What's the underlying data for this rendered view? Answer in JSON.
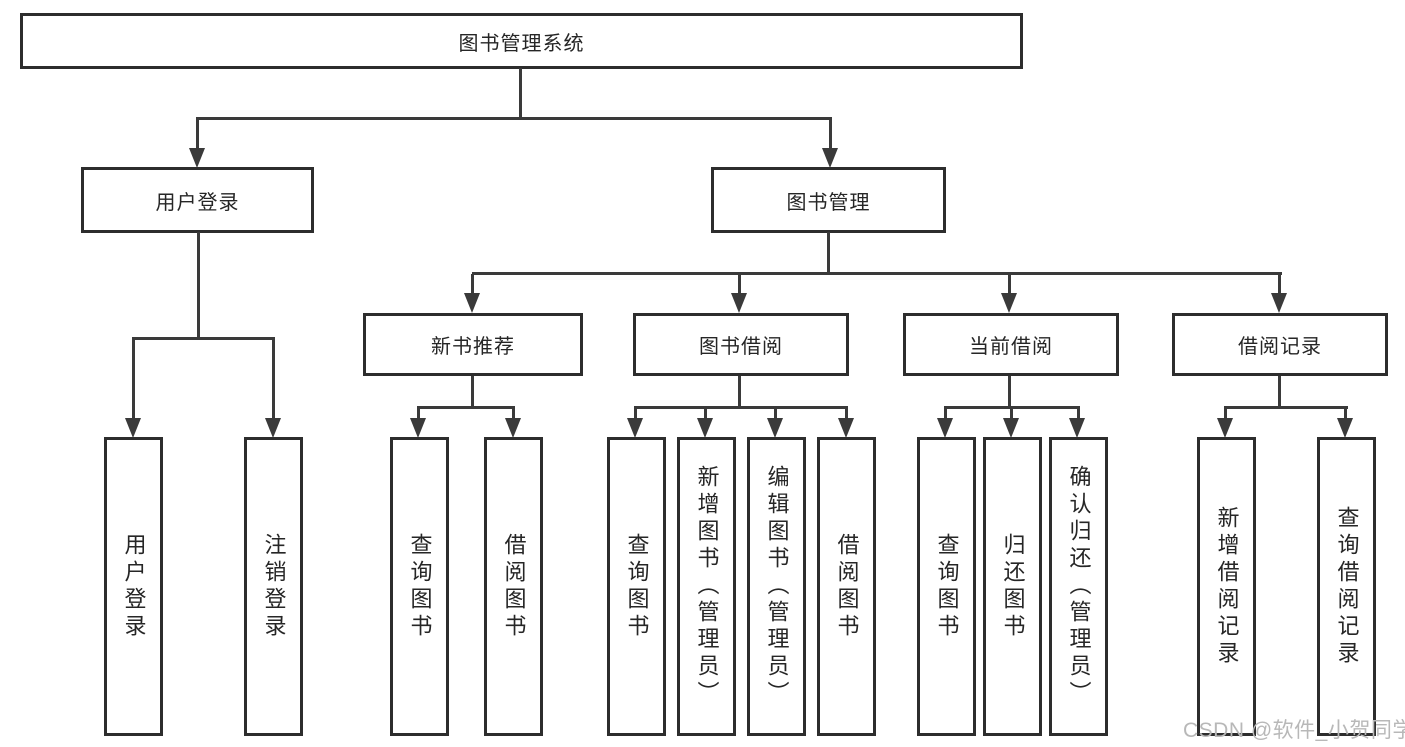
{
  "diagram": {
    "title_node": {
      "label": "图书管理系统"
    },
    "level2": [
      {
        "label": "用户登录"
      },
      {
        "label": "图书管理"
      }
    ],
    "level3": [
      {
        "label": "新书推荐",
        "parent": "图书管理"
      },
      {
        "label": "图书借阅",
        "parent": "图书管理"
      },
      {
        "label": "当前借阅",
        "parent": "图书管理"
      },
      {
        "label": "借阅记录",
        "parent": "图书管理"
      }
    ],
    "leaves": [
      {
        "label": "用户登录",
        "parent": "用户登录"
      },
      {
        "label": "注销登录",
        "parent": "用户登录"
      },
      {
        "label": "查询图书",
        "parent": "新书推荐"
      },
      {
        "label": "借阅图书",
        "parent": "新书推荐"
      },
      {
        "label": "查询图书",
        "parent": "图书借阅"
      },
      {
        "label": "新增图书（管理员）",
        "parent": "图书借阅"
      },
      {
        "label": "编辑图书（管理员）",
        "parent": "图书借阅"
      },
      {
        "label": "借阅图书",
        "parent": "图书借阅"
      },
      {
        "label": "查询图书",
        "parent": "当前借阅"
      },
      {
        "label": "归还图书",
        "parent": "当前借阅"
      },
      {
        "label": "确认归还（管理员）",
        "parent": "当前借阅"
      },
      {
        "label": "新增借阅记录",
        "parent": "借阅记录"
      },
      {
        "label": "查询借阅记录",
        "parent": "借阅记录"
      }
    ]
  },
  "watermark": {
    "text": "CSDN @软件_小贺同学"
  },
  "colors": {
    "line": "#3a3a3a",
    "box_border": "#2d2d2d",
    "text": "#262626",
    "watermark": "#b8b8b8",
    "background": "#ffffff"
  }
}
